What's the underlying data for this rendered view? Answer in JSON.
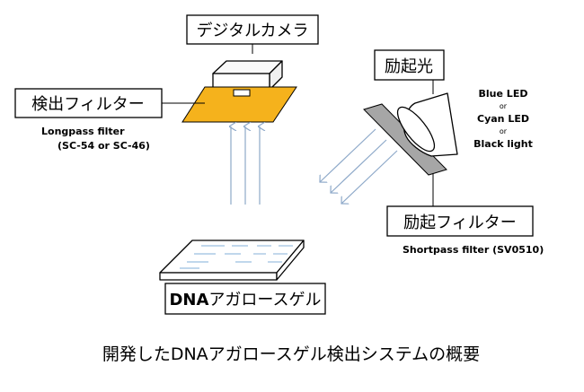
{
  "labels": {
    "camera": "デジタルカメラ",
    "detection_filter": "検出フィルター",
    "excitation_light": "励起光",
    "excitation_filter": "励起フィルター",
    "gel": "アガロースゲル",
    "gel_prefix": "DNA"
  },
  "notes": {
    "longpass_line1": "Longpass filter",
    "longpass_line2": "(SC-54 or SC-46)",
    "shortpass": "Shortpass filter (SV0510)",
    "light_option_1": "Blue LED",
    "or_1": "or",
    "light_option_2": "Cyan LED",
    "or_2": "or",
    "light_option_3": "Black light"
  },
  "caption": "開発したDNAアガロースゲル検出システムの概要",
  "colors": {
    "filter_orange": "#f5b21c",
    "excitation_filter_gray": "#a6a6a6",
    "arrow_blue": "#8ea9c9",
    "gel_lines": "#9bbfe0",
    "line_black": "#000000"
  }
}
